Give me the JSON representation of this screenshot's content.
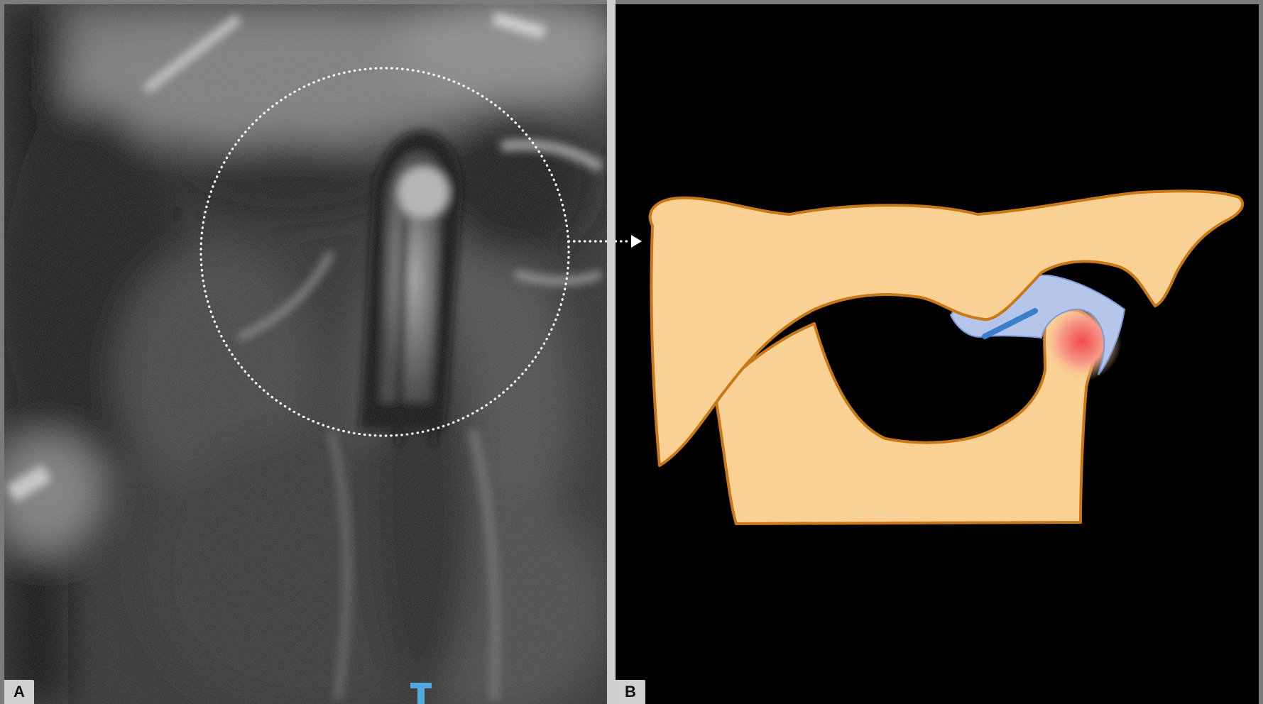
{
  "panels": {
    "a": {
      "label": "A"
    },
    "b": {
      "label": "B"
    }
  },
  "colors": {
    "bone_fill": "#f9d194",
    "bone_stroke": "#c97818",
    "disc_fill": "#b6c6ea",
    "disc_dark": "#3a7fc8",
    "inflammation": "#f05a5a",
    "marker": "#54a8e0",
    "annotation": "#ffffff"
  },
  "icons": {
    "region_marker": "dotted-circle",
    "pointer": "dotted-arrow",
    "bottom_marker": "t-marker-icon"
  }
}
